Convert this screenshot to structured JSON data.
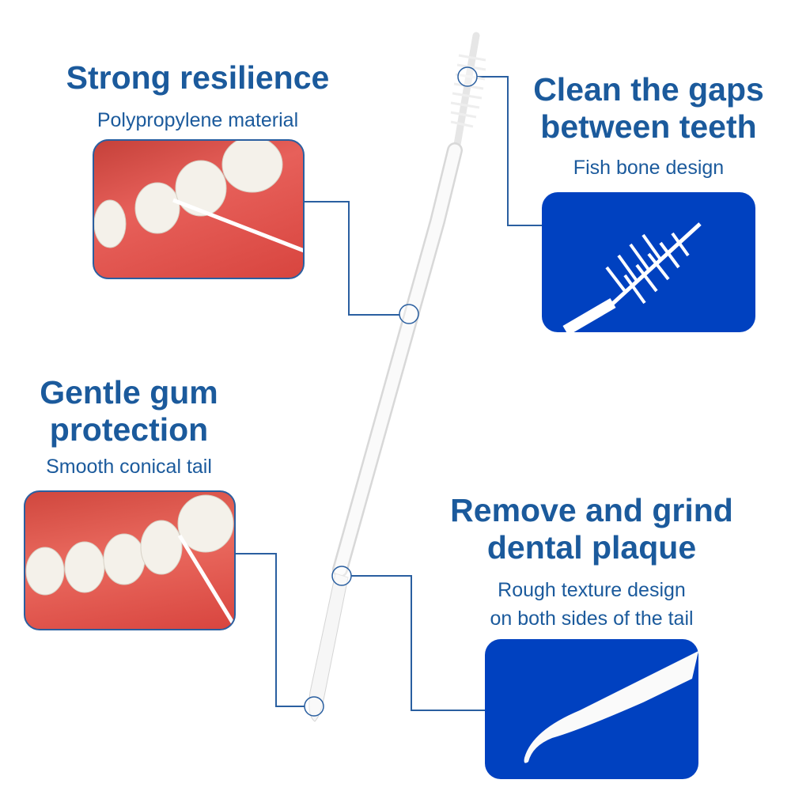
{
  "features": [
    {
      "title": "Strong resilience",
      "subtitle": [
        "Polypropylene material"
      ]
    },
    {
      "title": "Clean the gaps between teeth",
      "title_lines": [
        "Clean the gaps",
        "between teeth"
      ],
      "subtitle": [
        "Fish bone design"
      ]
    },
    {
      "title": "Gentle gum protection",
      "title_lines": [
        "Gentle gum",
        "protection"
      ],
      "subtitle": [
        "Smooth conical tail"
      ]
    },
    {
      "title": "Remove and grind dental plaque",
      "title_lines": [
        "Remove and grind",
        "dental plaque"
      ],
      "subtitle": [
        "Rough texture design",
        "on both sides of the tail"
      ]
    }
  ],
  "colors": {
    "heading": "#1b5a9c",
    "panel": "#0041c0",
    "gum": "#e0443a"
  }
}
